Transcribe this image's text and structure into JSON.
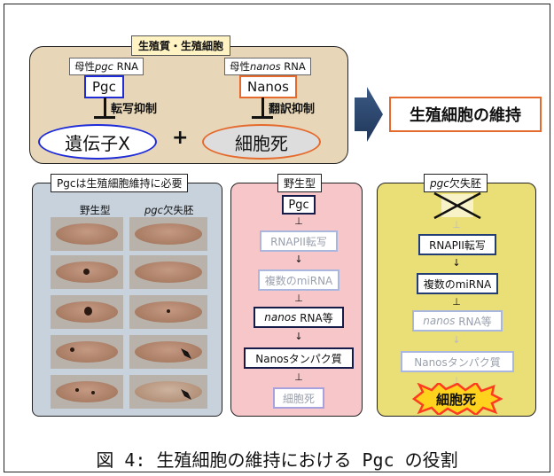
{
  "top": {
    "title": "生殖質・生殖細胞",
    "left_mrna": "母性pgc RNA",
    "right_mrna": "母性nanos RNA",
    "left_protein": "Pgc",
    "right_protein": "Nanos",
    "left_inhibit": "転写抑制",
    "right_inhibit": "翻訳抑制",
    "left_target": "遺伝子X",
    "plus": "+",
    "right_target": "細胞死",
    "result": "生殖細胞の維持"
  },
  "photos": {
    "title": "Pgcは生殖細胞維持に必要",
    "col_wt": "野生型",
    "col_mut": "pgc欠失胚"
  },
  "wildtype": {
    "title": "野生型",
    "nodes": [
      "Pgc",
      "RNAPII転写",
      "複数のmiRNA",
      "nanos RNA等",
      "Nanosタンパク質",
      "細胞死"
    ]
  },
  "mutant": {
    "title": "pgc欠失胚",
    "nodes": [
      "RNAPII転写",
      "複数のmiRNA",
      "nanos RNA等",
      "Nanosタンパク質",
      "細胞死"
    ]
  },
  "caption": "図 4: 生殖細胞の維持における Pgc の役割",
  "colors": {
    "blue": "#1e2bd8",
    "orange": "#e56a2d",
    "wt_bg": "#f6c6c8",
    "mut_bg": "#eadf76",
    "top_bg": "#e7d7b8"
  }
}
